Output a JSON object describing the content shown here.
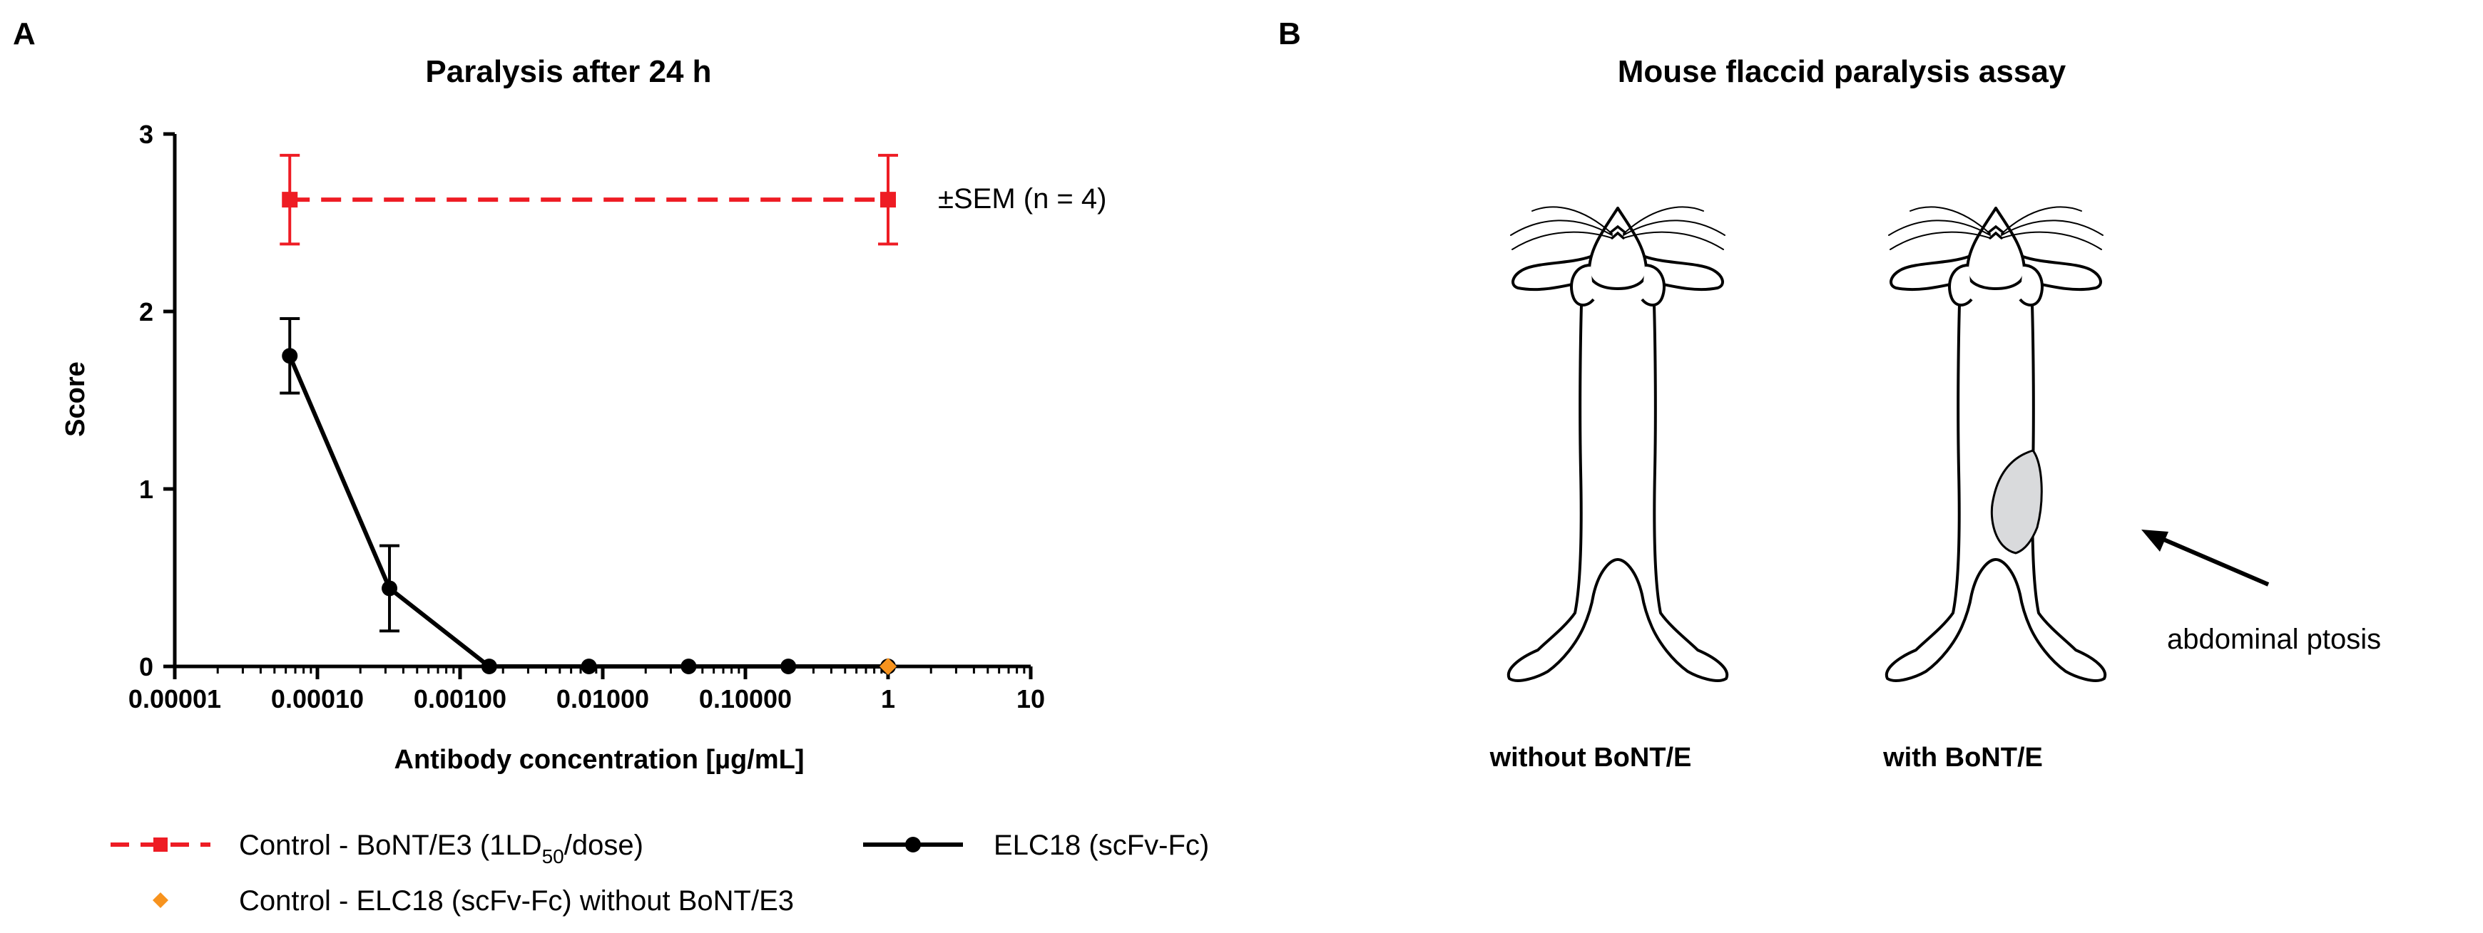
{
  "panel_a": {
    "letter": "A",
    "chart_data": {
      "type": "line",
      "title": "Paralysis after 24 h",
      "xlabel": "Antibody concentration [µg/mL]",
      "ylabel": "Score",
      "x_scale": "log",
      "xlim": [
        1e-05,
        10
      ],
      "ylim": [
        0,
        3
      ],
      "x_ticks": [
        "0.00001",
        "0.00010",
        "0.00100",
        "0.01000",
        "0.10000",
        "1",
        "10"
      ],
      "y_ticks": [
        "0",
        "1",
        "2",
        "3"
      ],
      "grid": false,
      "legend_position": "bottom",
      "annotation": "±SEM (n = 4)",
      "series": [
        {
          "name": "Control - BoNT/E3 (1LD50/dose)",
          "name_parts": {
            "prefix": "Control - BoNT/E3 (1LD",
            "subscript": "50",
            "suffix": "/dose)"
          },
          "style": "dashed",
          "marker": "square",
          "color": "#ee1c24",
          "points": [
            {
              "x": 6.4e-05,
              "y": 2.63,
              "sem": 0.25
            },
            {
              "x": 1.0,
              "y": 2.63,
              "sem": 0.25
            }
          ]
        },
        {
          "name": "ELC18 (scFv-Fc)",
          "style": "solid",
          "marker": "circle",
          "color": "#000000",
          "points": [
            {
              "x": 6.4e-05,
              "y": 1.75,
              "sem": 0.21
            },
            {
              "x": 0.00032,
              "y": 0.44,
              "sem": 0.24
            },
            {
              "x": 0.0016,
              "y": 0,
              "sem": 0
            },
            {
              "x": 0.008,
              "y": 0,
              "sem": 0
            },
            {
              "x": 0.04,
              "y": 0,
              "sem": 0
            },
            {
              "x": 0.2,
              "y": 0,
              "sem": 0
            },
            {
              "x": 1.0,
              "y": 0,
              "sem": 0
            }
          ]
        },
        {
          "name": "Control - ELC18 (scFv-Fc) without BoNT/E3",
          "style": "marker-only",
          "marker": "diamond",
          "color": "#f7931e",
          "points": [
            {
              "x": 1.0,
              "y": 0,
              "sem": 0
            }
          ]
        }
      ]
    }
  },
  "panel_b": {
    "letter": "B",
    "title": "Mouse flaccid paralysis assay",
    "mice": [
      {
        "caption": "without BoNT/E",
        "ptosis": false
      },
      {
        "caption": "with BoNT/E",
        "ptosis": true
      }
    ],
    "arrow_label": "abdominal ptosis",
    "ptosis_fill": "#d9dadc"
  }
}
